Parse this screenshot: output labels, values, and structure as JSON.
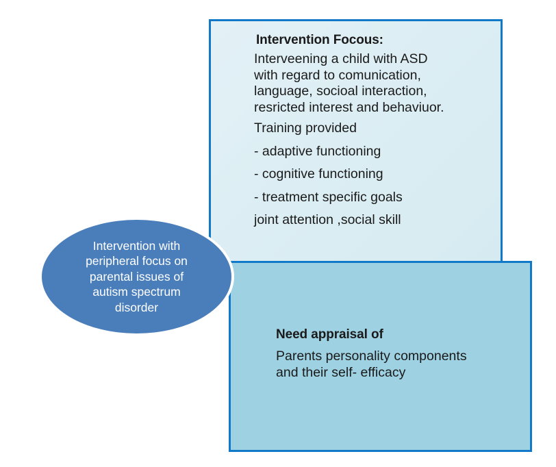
{
  "diagram": {
    "title": "Intervention focus diagram",
    "colors": {
      "border_blue": "#1278c8",
      "box1_fill": "#deeef3",
      "box2_fill": "#9ed1e2",
      "ellipse_fill": "#4a7ebb",
      "ellipse_outline": "#ffffff",
      "text": "#1a1a1a",
      "ellipse_text": "#ffffff"
    }
  },
  "intervention_box": {
    "heading": "Intervention Focous:",
    "paragraph_lines": [
      "Interveening a child with ASD",
      "with regard to comunication,",
      "language, socioal interaction,",
      "resricted interest and behaviuor."
    ],
    "lines": [
      "Training provided",
      "- adaptive functioning",
      "- cognitive functioning",
      "- treatment specific goals",
      "joint attention ,social skill"
    ]
  },
  "need_box": {
    "heading": "Need appraisal of",
    "lines": [
      "Parents personality components",
      "and their self- efficacy"
    ]
  },
  "ellipse": {
    "lines": [
      "Intervention with",
      "peripheral focus on",
      "parental issues of",
      "autism spectrum",
      "disorder"
    ]
  }
}
